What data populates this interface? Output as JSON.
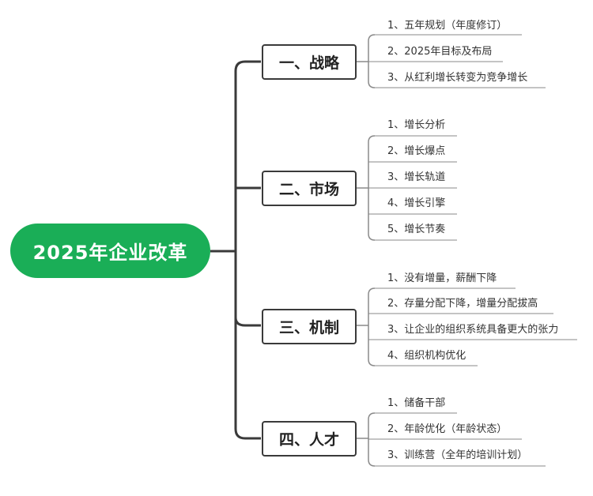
{
  "root": {
    "title": "2025年企业改革"
  },
  "branches": [
    {
      "title": "一、战略",
      "items": [
        "1、五年规划（年度修订）",
        "2、2025年目标及布局",
        "3、从红利增长转变为竞争增长"
      ]
    },
    {
      "title": "二、市场",
      "items": [
        "1、增长分析",
        "2、增长爆点",
        "3、增长轨道",
        "4、增长引擎",
        "5、增长节奏"
      ]
    },
    {
      "title": "三、机制",
      "items": [
        "1、没有增量，薪酬下降",
        "2、存量分配下降，增量分配拔高",
        "3、让企业的组织系统具备更大的张力",
        "4、组织机构优化"
      ]
    },
    {
      "title": "四、人才",
      "items": [
        "1、储备干部",
        "2、年龄优化（年龄状态）",
        "3、训练营（全年的培训计划）"
      ]
    }
  ],
  "colors": {
    "root_bg": "#1aae57",
    "line": "#3a3a3a",
    "leaf_line": "#8a8a8a"
  }
}
